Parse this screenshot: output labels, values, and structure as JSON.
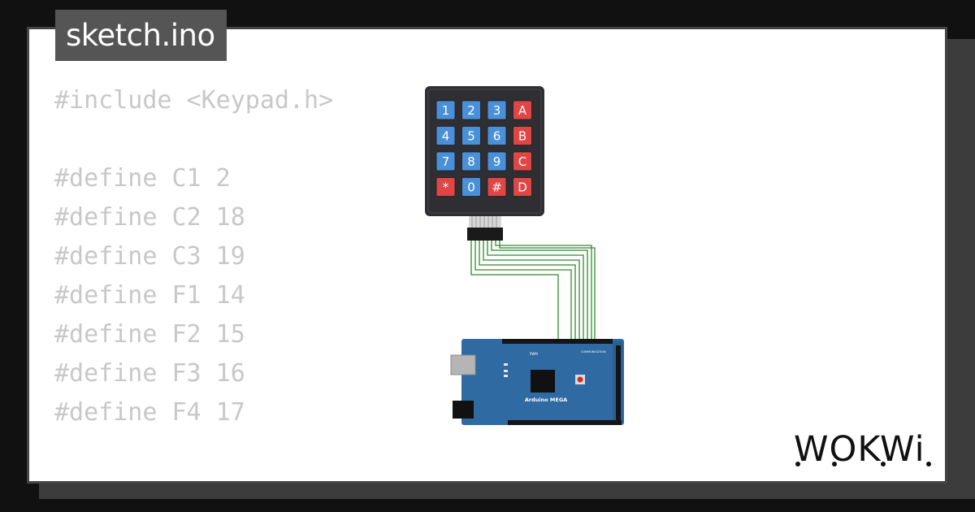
{
  "file_tab": {
    "label": "sketch.ino"
  },
  "code_lines": [
    "#include <Keypad.h>",
    "",
    "#define C1 2",
    "#define C2 18",
    "#define C3 19",
    "#define F1 14",
    "#define F2 15",
    "#define F3 16",
    "#define F4 17"
  ],
  "keypad": {
    "rows": [
      [
        {
          "key": "1",
          "color": "#4a90d9"
        },
        {
          "key": "2",
          "color": "#4a90d9"
        },
        {
          "key": "3",
          "color": "#4a90d9"
        },
        {
          "key": "A",
          "color": "#e04646"
        }
      ],
      [
        {
          "key": "4",
          "color": "#4a90d9"
        },
        {
          "key": "5",
          "color": "#4a90d9"
        },
        {
          "key": "6",
          "color": "#4a90d9"
        },
        {
          "key": "B",
          "color": "#e04646"
        }
      ],
      [
        {
          "key": "7",
          "color": "#4a90d9"
        },
        {
          "key": "8",
          "color": "#4a90d9"
        },
        {
          "key": "9",
          "color": "#4a90d9"
        },
        {
          "key": "C",
          "color": "#e04646"
        }
      ],
      [
        {
          "key": "*",
          "color": "#e04646"
        },
        {
          "key": "0",
          "color": "#4a90d9"
        },
        {
          "key": "#",
          "color": "#e04646"
        },
        {
          "key": "D",
          "color": "#e04646"
        }
      ]
    ]
  },
  "board": {
    "label": "Arduino MEGA",
    "pwm_label": "PWM",
    "comm_label": "COMMUNICATION"
  },
  "logo": {
    "text": "WOKWi"
  },
  "colors": {
    "background": "#111111",
    "card": "#ffffff",
    "tab": "#555555",
    "code_text": "#c8c8c8",
    "wire": "#2e8b2e",
    "board": "#2f6aa3",
    "keypad_body": "#2f2f33"
  }
}
